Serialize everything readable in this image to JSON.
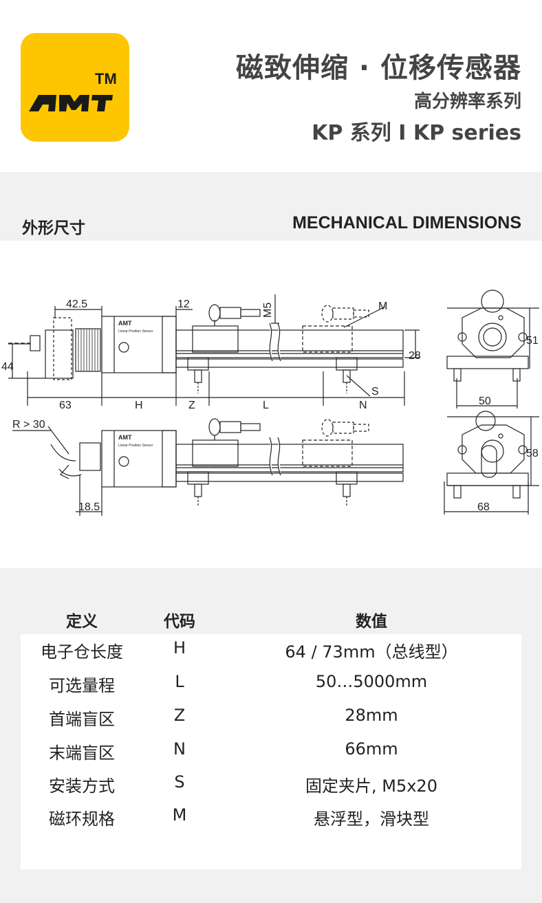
{
  "brand": {
    "logo_text": "AMT",
    "trademark": "TM",
    "color": "#fdc600"
  },
  "header": {
    "title": "磁致伸缩 · 位移传感器",
    "subtitle": "高分辨率系列",
    "series": "KP 系列  I  KP series"
  },
  "section": {
    "title_cn": "外形尺寸",
    "title_en": "MECHANICAL DIMENSIONS"
  },
  "drawing": {
    "dims": {
      "d42_5": "42.5",
      "d12": "12",
      "m5": "M5",
      "m": "M",
      "d28": "28",
      "d44": "44",
      "s": "S",
      "d63": "63",
      "h": "H",
      "z": "Z",
      "l": "L",
      "n": "N",
      "d51": "51",
      "d50": "50",
      "r30": "R > 30",
      "d18_5": "18.5",
      "d58": "58",
      "d68": "68"
    },
    "label_line1": "Linear Position Sensor"
  },
  "table": {
    "headers": [
      "定义",
      "代码",
      "数值"
    ],
    "rows": [
      [
        "电子仓长度",
        "H",
        "64 / 73mm（总线型）"
      ],
      [
        "可选量程",
        "L",
        "50…5000mm"
      ],
      [
        "首端盲区",
        "Z",
        "28mm"
      ],
      [
        "末端盲区",
        "N",
        "66mm"
      ],
      [
        "安装方式",
        "S",
        "固定夹片, M5x20"
      ],
      [
        "磁环规格",
        "M",
        "悬浮型，滑块型"
      ]
    ]
  }
}
